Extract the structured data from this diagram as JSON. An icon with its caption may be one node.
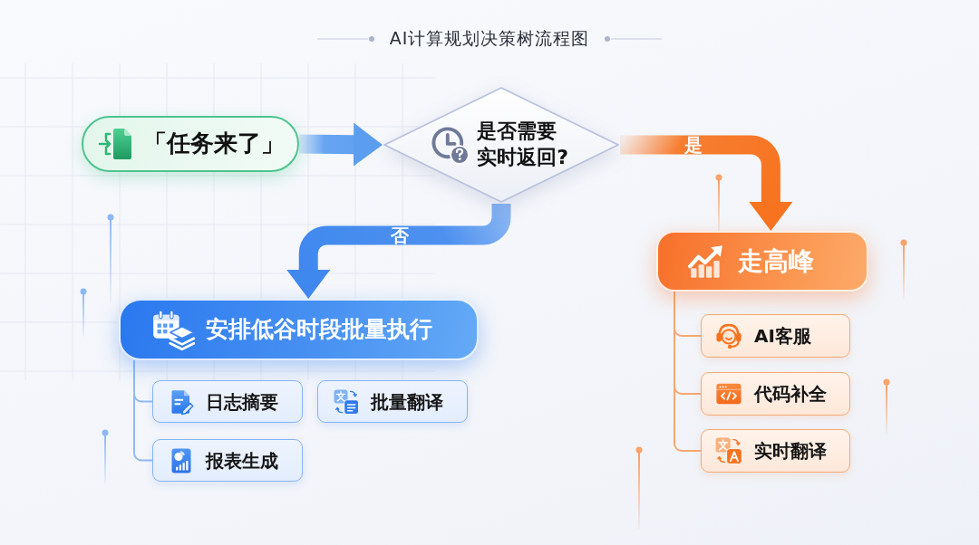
{
  "diagram": {
    "title": "AI计算规划决策树流程图",
    "nodes": [
      {
        "text": [
          "「任务来了」"
        ]
      },
      {
        "text": [
          "是否需要实时返回?"
        ]
      },
      {
        "text": [
          "走高峰"
        ]
      },
      {
        "text": [
          "安排低谷时段批量执行"
        ]
      },
      {
        "text": [
          "日志摘要"
        ]
      },
      {
        "text": [
          "批量翻译"
        ]
      },
      {
        "text": [
          "报表生成"
        ]
      },
      {
        "text": [
          "AI客服"
        ]
      },
      {
        "text": [
          "代码补全"
        ]
      },
      {
        "text": [
          "实时翻译"
        ]
      }
    ],
    "edges": [
      {
        "from": 0,
        "to": 1,
        "arrow": "to",
        "style": "thick",
        "color": "#5b9ef0"
      },
      {
        "from": 1,
        "to": 2,
        "arrow": "to",
        "label": "是",
        "style": "thick",
        "color": "#f7731f"
      },
      {
        "from": 1,
        "to": 3,
        "arrow": "to",
        "label": "否",
        "style": "thick",
        "color": "#3f88ee"
      },
      {
        "from": 3,
        "to": 4,
        "arrow": "none",
        "color": "#8fb9f3"
      },
      {
        "from": 3,
        "to": 6,
        "arrow": "none",
        "color": "#8fb9f3"
      },
      {
        "from": 2,
        "to": 7,
        "arrow": "none",
        "color": "#f5a872"
      },
      {
        "from": 2,
        "to": 8,
        "arrow": "none",
        "color": "#f5a872"
      },
      {
        "from": 2,
        "to": 9,
        "arrow": "none",
        "color": "#f5a872"
      }
    ]
  }
}
